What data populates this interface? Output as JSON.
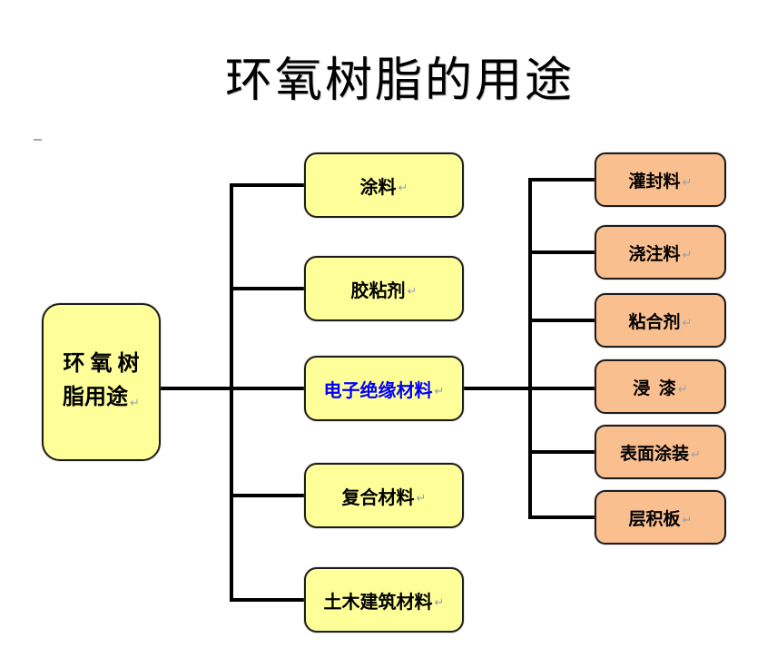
{
  "page": {
    "title": "环氧树脂的用途",
    "background": "#ffffff"
  },
  "colors": {
    "level1_fill": "#FFFF99",
    "level2_fill": "#FABF8F",
    "node_border": "#1c1c1c",
    "connector": "#000000",
    "text": "#000000",
    "highlight_text": "#0000FF",
    "return_mark_color": "#98a0aa"
  },
  "marks": {
    "return": "↵"
  },
  "root": {
    "line1": "环 氧 树",
    "line2": "脂用途"
  },
  "level1": {
    "items": [
      {
        "label": "涂料"
      },
      {
        "label": "胶粘剂"
      },
      {
        "label": "电子绝缘材料",
        "highlighted": true
      },
      {
        "label": "复合材料"
      },
      {
        "label": "土木建筑材料"
      }
    ]
  },
  "level2": {
    "items": [
      {
        "label": "灌封料"
      },
      {
        "label": "浇注料"
      },
      {
        "label": "粘合剂"
      },
      {
        "label": "浸  漆"
      },
      {
        "label": "表面涂装"
      },
      {
        "label": "层积板"
      }
    ]
  }
}
